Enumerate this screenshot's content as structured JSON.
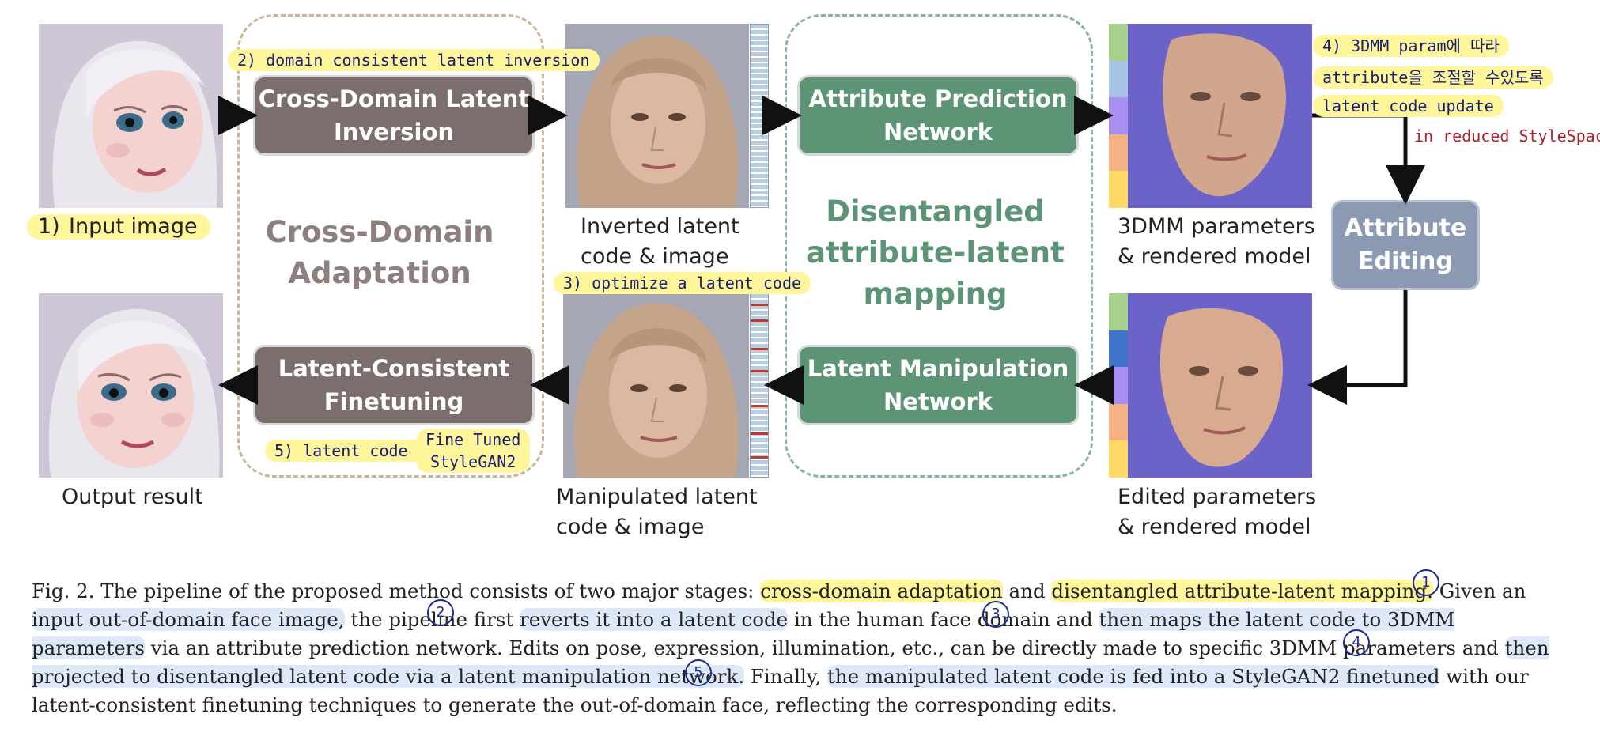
{
  "boxes": {
    "cross_domain_latent_inversion": "Cross-Domain Latent\nInversion",
    "latent_consistent_finetuning": "Latent-Consistent\nFinetuning",
    "attribute_prediction_network": "Attribute Prediction\nNetwork",
    "latent_manipulation_network": "Latent Manipulation\nNetwork",
    "attribute_editing": "Attribute\nEditing"
  },
  "sections": {
    "cross_domain_adaptation": "Cross-Domain\nAdaptation",
    "disentangled_mapping": "Disentangled\nattribute-latent\nmapping"
  },
  "labels": {
    "input_image": "Input image",
    "output_result": "Output result",
    "inverted": "Inverted latent\ncode & image",
    "manipulated": "Manipulated latent\ncode & image",
    "params_rendered": "3DMM parameters\n& rendered model",
    "edited_params": "Edited parameters\n& rendered model"
  },
  "annotations": {
    "n1_num": "1)",
    "n2": "2) domain consistent latent inversion",
    "n3": "3) optimize a latent code",
    "n4_line1": "4) 3DMM param에 따라",
    "n4_line2": "attribute을 조절할 수있도록",
    "n4_line3": "latent code update",
    "n4_red": "in reduced StyleSpace .",
    "n5_a": "5)  latent code →",
    "n5_b1": "Fine Tuned",
    "n5_b2": "StyleGAN2"
  },
  "circle_marks": [
    "1",
    "2",
    "3",
    "4",
    "5"
  ],
  "caption": {
    "p1": "Fig. 2.  The pipeline of the proposed method consists of two major stages: ",
    "h1": "cross-domain adaptation",
    "p2": " and ",
    "h2": "disentangled attribute-latent mapping.",
    "p3": " Given an ",
    "b1": "input out-of-domain face image,",
    "p4": " the pipeline first ",
    "b2": "reverts it into a latent code",
    "p5": " in the human face domain and ",
    "b3": "then maps the latent code to 3DMM parameters",
    "p6": " via an attribute prediction network. Edits on pose, expression, illumination, etc., can be directly made to specific 3DMM parameters and ",
    "b4": "then projected to disentangled latent code via a latent manipulation network.",
    "p7": " Finally, ",
    "b5": "the manipulated latent code is fed into a StyleGAN2 finetuned",
    "p8": " with our latent-consistent finetuning techniques to generate the out-of-domain face, reflecting the corresponding edits."
  },
  "colors": {
    "brown_box": "#7c6e6c",
    "green_box": "#5e9476",
    "blue_box": "#8b9ab2",
    "highlight_yellow": "#fff59a",
    "highlight_blue": "#dde8f8",
    "latent_code_red": "#c0392b",
    "ink_navy": "#1a2070",
    "ink_red": "#b0202a"
  }
}
